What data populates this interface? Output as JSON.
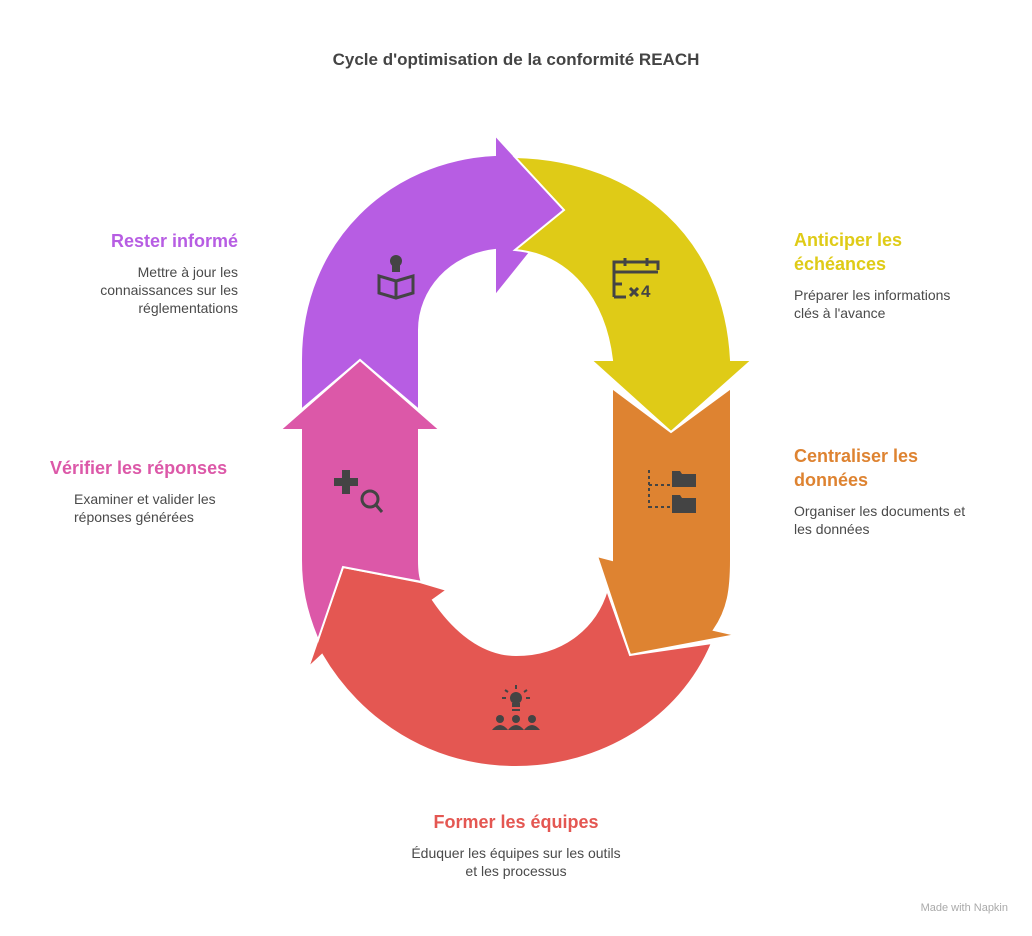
{
  "title": "Cycle d'optimisation de la conformité REACH",
  "steps": [
    {
      "id": "rester",
      "title": "Rester informé",
      "desc": "Mettre à jour les connaissances sur les réglementations",
      "color": "#b75de3",
      "icon": "reading-book-icon"
    },
    {
      "id": "anticiper",
      "title": "Anticiper les échéances",
      "desc": "Préparer les informations clés à l'avance",
      "color": "#dfcb17",
      "icon": "calendar-deadline-icon"
    },
    {
      "id": "centraliser",
      "title": "Centraliser les données",
      "desc": "Organiser les documents et les données",
      "color": "#de8331",
      "icon": "folder-tree-icon"
    },
    {
      "id": "former",
      "title": "Former les équipes",
      "desc": "Éduquer les équipes sur les outils et les processus",
      "color": "#e45752",
      "icon": "team-idea-icon"
    },
    {
      "id": "verifier",
      "title": "Vérifier les réponses",
      "desc": "Examiner et valider les réponses générées",
      "color": "#dc58a8",
      "icon": "add-search-icon"
    }
  ],
  "watermark": "Made with Napkin"
}
